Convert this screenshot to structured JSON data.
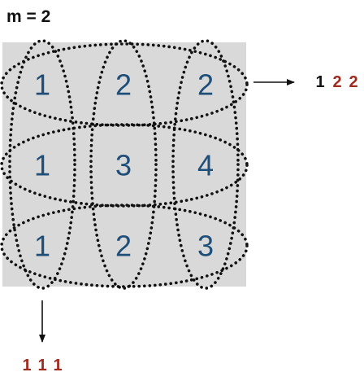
{
  "title": "m = 2",
  "grid": [
    [
      "1",
      "2",
      "2"
    ],
    [
      "1",
      "3",
      "4"
    ],
    [
      "1",
      "2",
      "3"
    ]
  ],
  "right_output": [
    "1",
    "2",
    "2"
  ],
  "bottom_output": [
    "1",
    "1",
    "1"
  ],
  "colors": {
    "grid_background": "#d9d9d9",
    "cell_number": "#1f4e79",
    "output_first": "#111111",
    "output_rest": "#a02a1e",
    "bottom_output": "#a02a1e",
    "dotted_ring": "#111111",
    "arrow": "#111111"
  }
}
